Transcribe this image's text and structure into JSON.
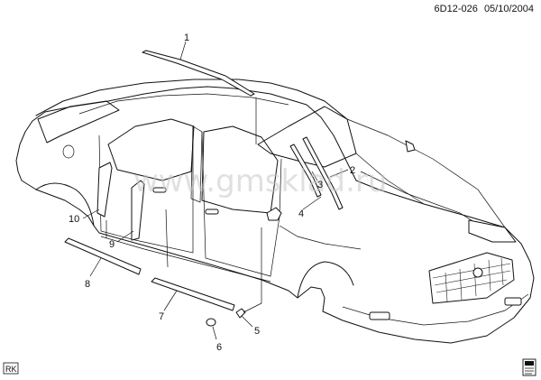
{
  "header": {
    "ref_code": "6D12-026",
    "date": "05/10/2004"
  },
  "footer": {
    "left_code": "RK"
  },
  "watermark": "www.gmsklad.ru",
  "callouts": [
    "1",
    "2",
    "3",
    "4",
    "5",
    "6",
    "7",
    "8",
    "9",
    "10"
  ],
  "colors": {
    "line": "#111111",
    "watermark": "#c8c8c8",
    "background": "#ffffff"
  }
}
